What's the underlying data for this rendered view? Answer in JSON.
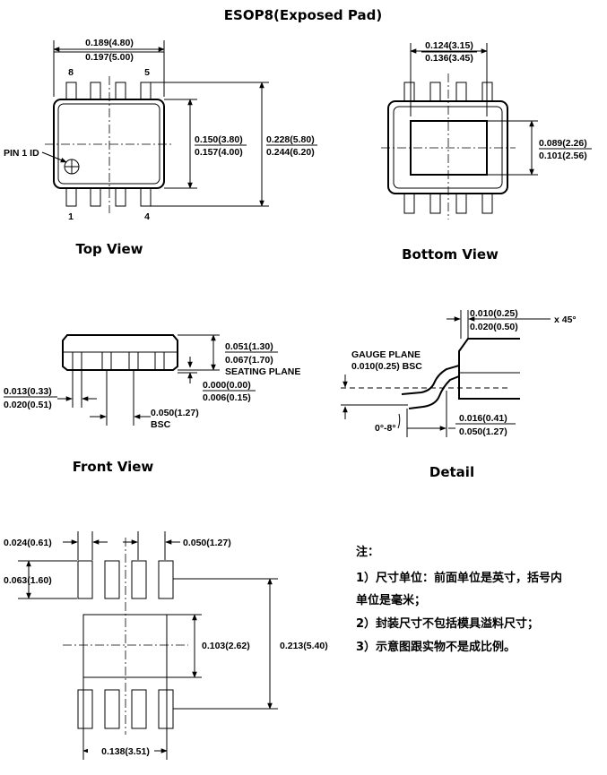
{
  "title": "ESOP8(Exposed Pad)",
  "views": {
    "top": "Top View",
    "bottom": "Bottom View",
    "front": "Front View",
    "detail": "Detail"
  },
  "top_view": {
    "pin8": "8",
    "pin5": "5",
    "pin1": "1",
    "pin4": "4",
    "pin1_id": "PIN 1 ID",
    "width_a": "0.189(4.80)",
    "width_b": "0.197(5.00)",
    "body_a": "0.150(3.80)",
    "body_b": "0.157(4.00)",
    "span_a": "0.228(5.80)",
    "span_b": "0.244(6.20)"
  },
  "bottom_view": {
    "pad_w_a": "0.124(3.15)",
    "pad_w_b": "0.136(3.45)",
    "pad_h_a": "0.089(2.26)",
    "pad_h_b": "0.101(2.56)"
  },
  "front_view": {
    "height_a": "0.051(1.30)",
    "height_b": "0.067(1.70)",
    "seating": "SEATING PLANE",
    "standoff_a": "0.000(0.00)",
    "standoff_b": "0.006(0.15)",
    "lead_w_a": "0.013(0.33)",
    "lead_w_b": "0.020(0.51)",
    "pitch": "0.050(1.27)",
    "bsc": "BSC"
  },
  "detail": {
    "chamfer_a": "0.010(0.25)",
    "chamfer_b": "0.020(0.50)",
    "chamfer_angle": "x 45°",
    "gauge": "GAUGE PLANE",
    "gauge_dim": "0.010(0.25) BSC",
    "angle": "0°-8°",
    "foot_a": "0.016(0.41)",
    "foot_b": "0.050(1.27)"
  },
  "land_pattern": {
    "pad_w": "0.024(0.61)",
    "pitch": "0.050(1.27)",
    "pad_h": "0.063(1.60)",
    "ep_h": "0.103(2.62)",
    "span": "0.213(5.40)",
    "ep_w": "0.138(3.51)"
  },
  "notes": {
    "heading": "注：",
    "line1": "1）尺寸单位：前面单位是英寸，括号内",
    "line1b": "单位是毫米；",
    "line2": "2）封装尺寸不包括模具溢料尺寸；",
    "line3": "3）示意图跟实物不是成比例。"
  }
}
